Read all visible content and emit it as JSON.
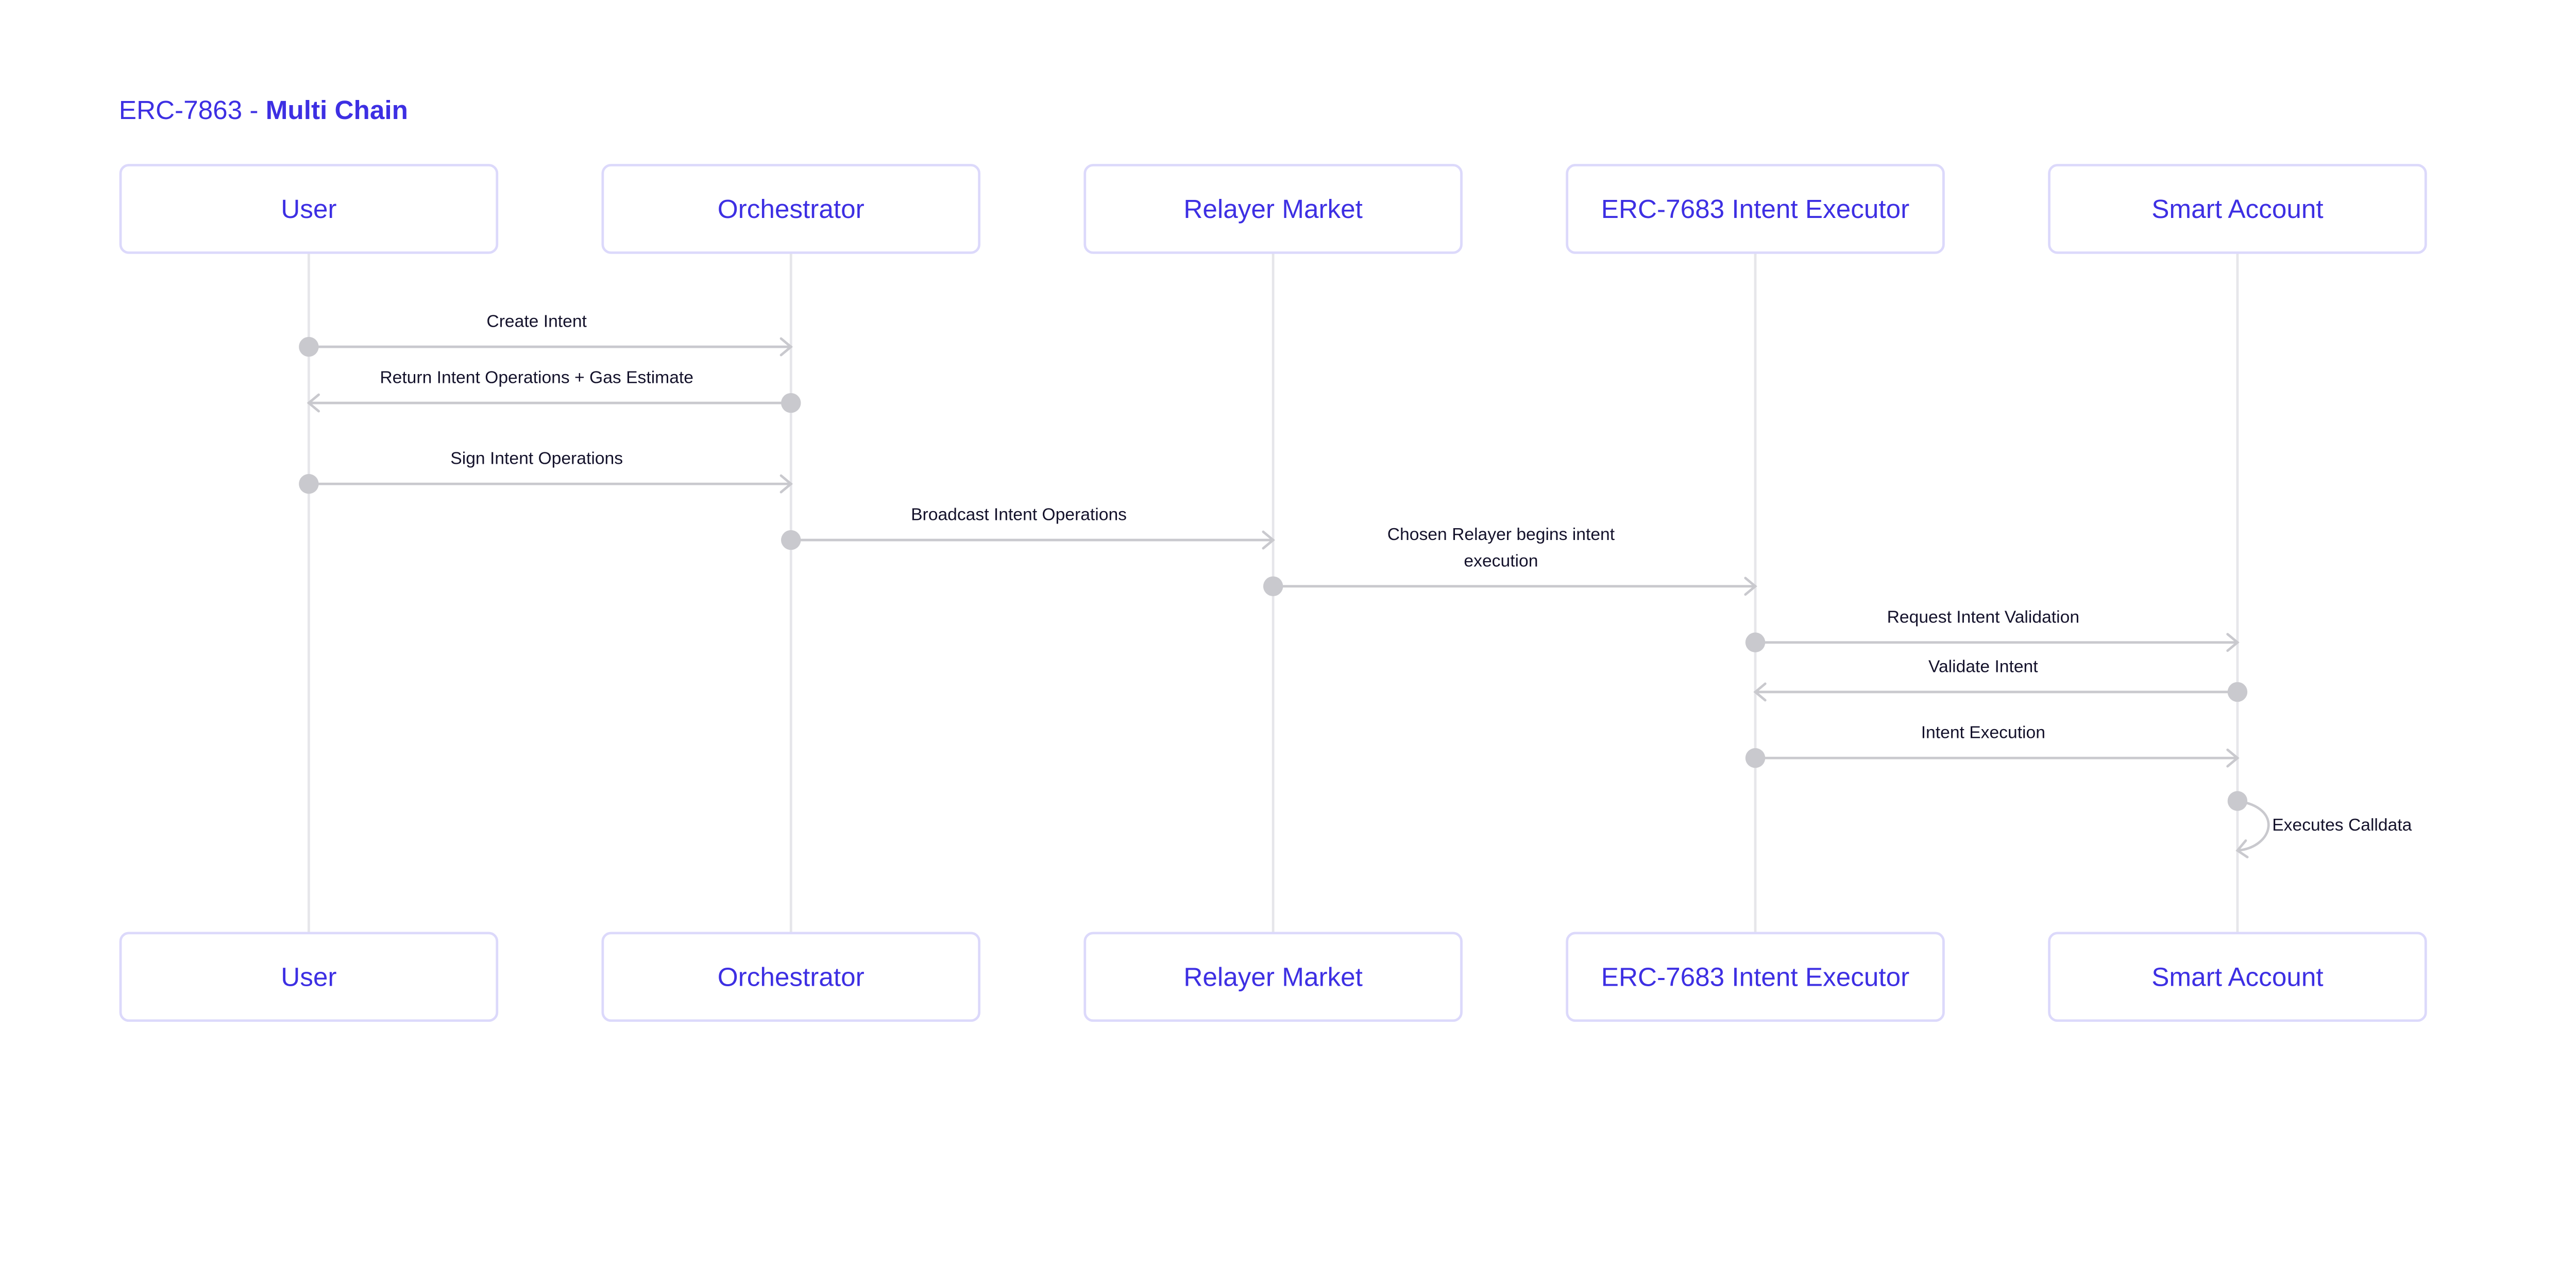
{
  "title": {
    "prefix": "ERC-7863 - ",
    "bold": "Multi Chain"
  },
  "colors": {
    "accent": "#3d2fe3",
    "box_border": "#dcd9fb",
    "lifeline": "#e6e6ea",
    "arrow": "#c9c9ce",
    "text": "#14122b"
  },
  "participants": [
    "User",
    "Orchestrator",
    "Relayer Market",
    "ERC-7683 Intent Executor",
    "Smart Account"
  ],
  "messages": [
    {
      "from": 0,
      "to": 1,
      "label": [
        "Create Intent"
      ]
    },
    {
      "from": 1,
      "to": 0,
      "label": [
        "Return Intent Operations + Gas Estimate"
      ]
    },
    {
      "from": 0,
      "to": 1,
      "label": [
        "Sign Intent Operations"
      ]
    },
    {
      "from": 1,
      "to": 2,
      "label": [
        "Broadcast Intent Operations"
      ]
    },
    {
      "from": 2,
      "to": 3,
      "label": [
        "Chosen Relayer begins intent",
        "execution"
      ]
    },
    {
      "from": 3,
      "to": 4,
      "label": [
        "Request Intent Validation"
      ]
    },
    {
      "from": 4,
      "to": 3,
      "label": [
        "Validate Intent"
      ]
    },
    {
      "from": 3,
      "to": 4,
      "label": [
        "Intent Execution"
      ]
    },
    {
      "from": 4,
      "to": 4,
      "label": [
        "Executes Calldata"
      ]
    }
  ]
}
